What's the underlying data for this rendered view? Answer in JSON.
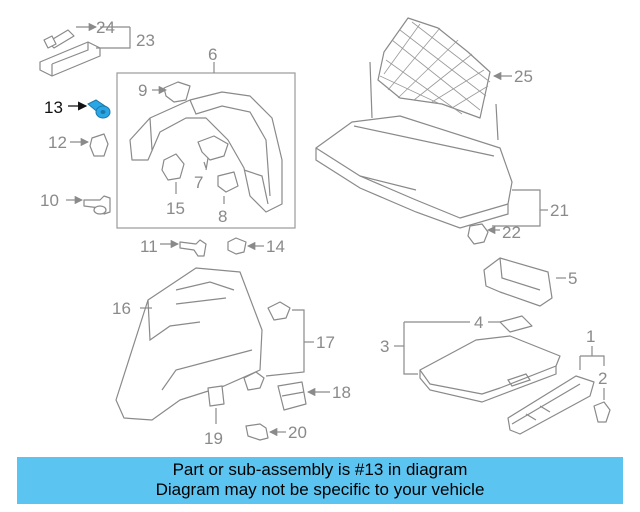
{
  "diagram": {
    "highlight_color": "#29a6e6",
    "labels": {
      "p1": "1",
      "p2": "2",
      "p3": "3",
      "p4": "4",
      "p5": "5",
      "p6": "6",
      "p7": "7",
      "p8": "8",
      "p9": "9",
      "p10": "10",
      "p11": "11",
      "p12": "12",
      "p13": "13",
      "p14": "14",
      "p15": "15",
      "p16": "16",
      "p17": "17",
      "p18": "18",
      "p19": "19",
      "p20": "20",
      "p21": "21",
      "p22": "22",
      "p23": "23",
      "p24": "24",
      "p25": "25"
    }
  },
  "caption": {
    "background": "#5bc4f1",
    "line1": "Part or sub-assembly is #13 in diagram",
    "line2": "Diagram may not be specific to your vehicle"
  }
}
